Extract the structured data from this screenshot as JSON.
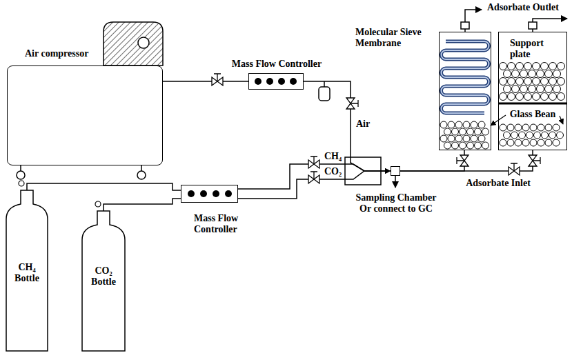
{
  "diagram": {
    "nodes": [
      {
        "text": [
          "Air compressor"
        ]
      },
      {
        "text": [
          "Mass Flow Controller"
        ]
      },
      {
        "text": [
          "CH₄ Bottle"
        ]
      },
      {
        "text": [
          "CO₂ Bottle"
        ]
      },
      {
        "text": [
          "Mass Flow Controller"
        ]
      },
      {
        "text": [
          "Sampling Chamber Or connect to GC"
        ]
      },
      {
        "text": [
          "Molecular Sieve Membrane"
        ]
      },
      {
        "text": [
          "Support plate"
        ]
      }
    ],
    "edges": [
      {
        "from": 0,
        "to": 1,
        "arrow": "none"
      },
      {
        "from": 2,
        "to": 4,
        "arrow": "none"
      },
      {
        "from": 3,
        "to": 4,
        "arrow": "none"
      },
      {
        "from": 1,
        "to": 5,
        "label": "Air",
        "arrow": "to"
      },
      {
        "from": 4,
        "to": 5,
        "label": "CH₄",
        "arrow": "to"
      },
      {
        "from": 4,
        "to": 5,
        "label": "CO₂",
        "arrow": "to"
      },
      {
        "from": 5,
        "to": 6,
        "arrow": "none"
      },
      {
        "from": 5,
        "to": 7,
        "label": "Adsorbate Inlet",
        "arrow": "none"
      }
    ],
    "labels": [
      "Adsorbate Outlet",
      "Glass Bean"
    ]
  }
}
